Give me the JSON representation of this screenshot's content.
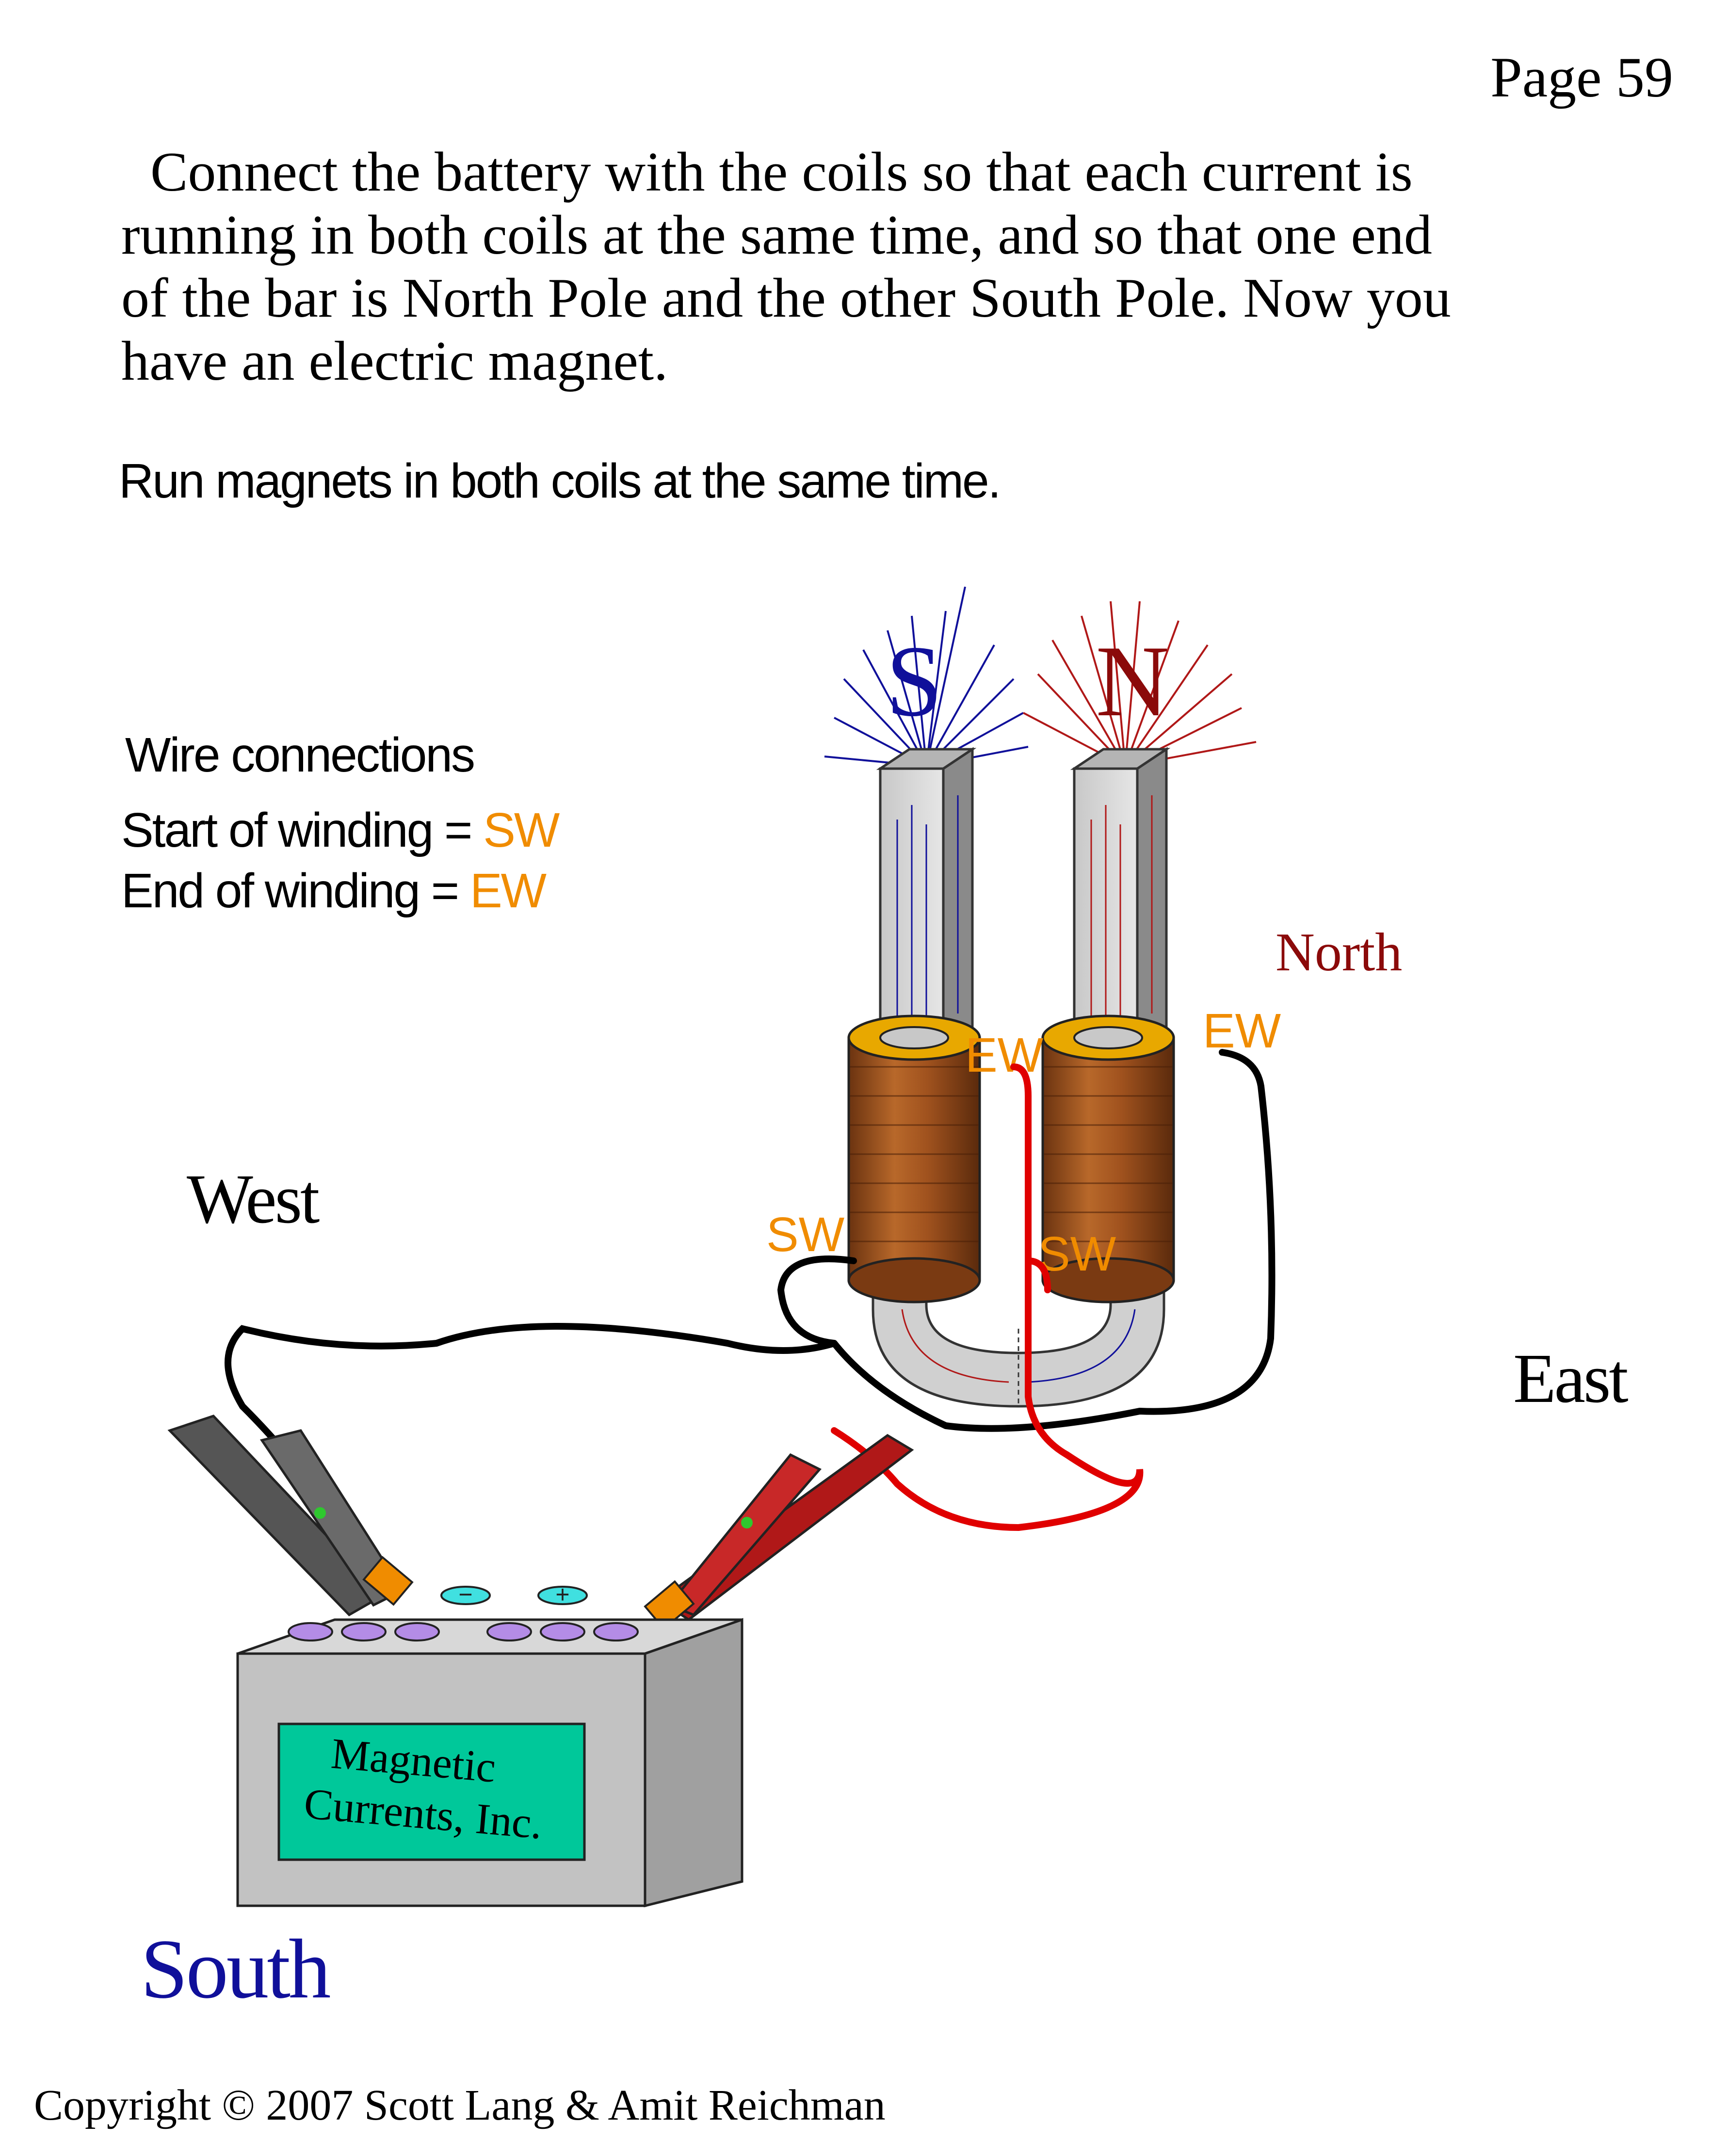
{
  "page": {
    "number": "Page 59"
  },
  "intro": {
    "lines": [
      "Connect the battery with the coils so that each current is",
      "running in both coils at the same time, and so that one end",
      "of the bar is North Pole and the other South Pole. Now you",
      "have an electric magnet."
    ]
  },
  "instruction": "Run magnets in both coils at the same time.",
  "legend": {
    "title": "Wire connections",
    "start_label": "Start of winding = ",
    "start_code": "SW",
    "end_label": "End of winding = ",
    "end_code": "EW"
  },
  "compass": {
    "west": "West",
    "east": "East",
    "south": "South",
    "north": "North"
  },
  "magnet": {
    "left_pole": "S",
    "right_pole": "N",
    "left_coil_end": "EW",
    "right_coil_end": "EW",
    "left_coil_start": "SW",
    "right_coil_start": "SW"
  },
  "battery": {
    "label_line1": "Magnetic",
    "label_line2": "Currents, Inc.",
    "negative_symbol": "−",
    "positive_symbol": "+"
  },
  "colors": {
    "south_pole": "#10109a",
    "north_pole": "#8b0a0a",
    "winding_code": "#f08c00",
    "coil_copper": "#a0521e",
    "battery_label": "#00c89a",
    "positive_wire": "#e00000",
    "negative_wire": "#000000"
  },
  "copyright": "Copyright © 2007 Scott Lang & Amit Reichman"
}
